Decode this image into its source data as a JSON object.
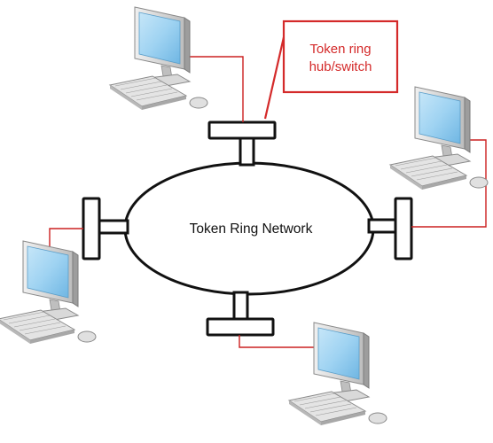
{
  "diagram": {
    "ring_label": "Token Ring Network",
    "callout": {
      "lines": [
        "Token ring",
        "hub/switch"
      ]
    },
    "computers": [
      {
        "id": "top-left"
      },
      {
        "id": "right"
      },
      {
        "id": "left"
      },
      {
        "id": "bottom"
      }
    ]
  },
  "colors": {
    "cable": "#cc2020",
    "callout": "#d42a2a",
    "ring": "#111111",
    "screen": "#9fd3f2",
    "monitor_body": "#d6d6d6"
  }
}
